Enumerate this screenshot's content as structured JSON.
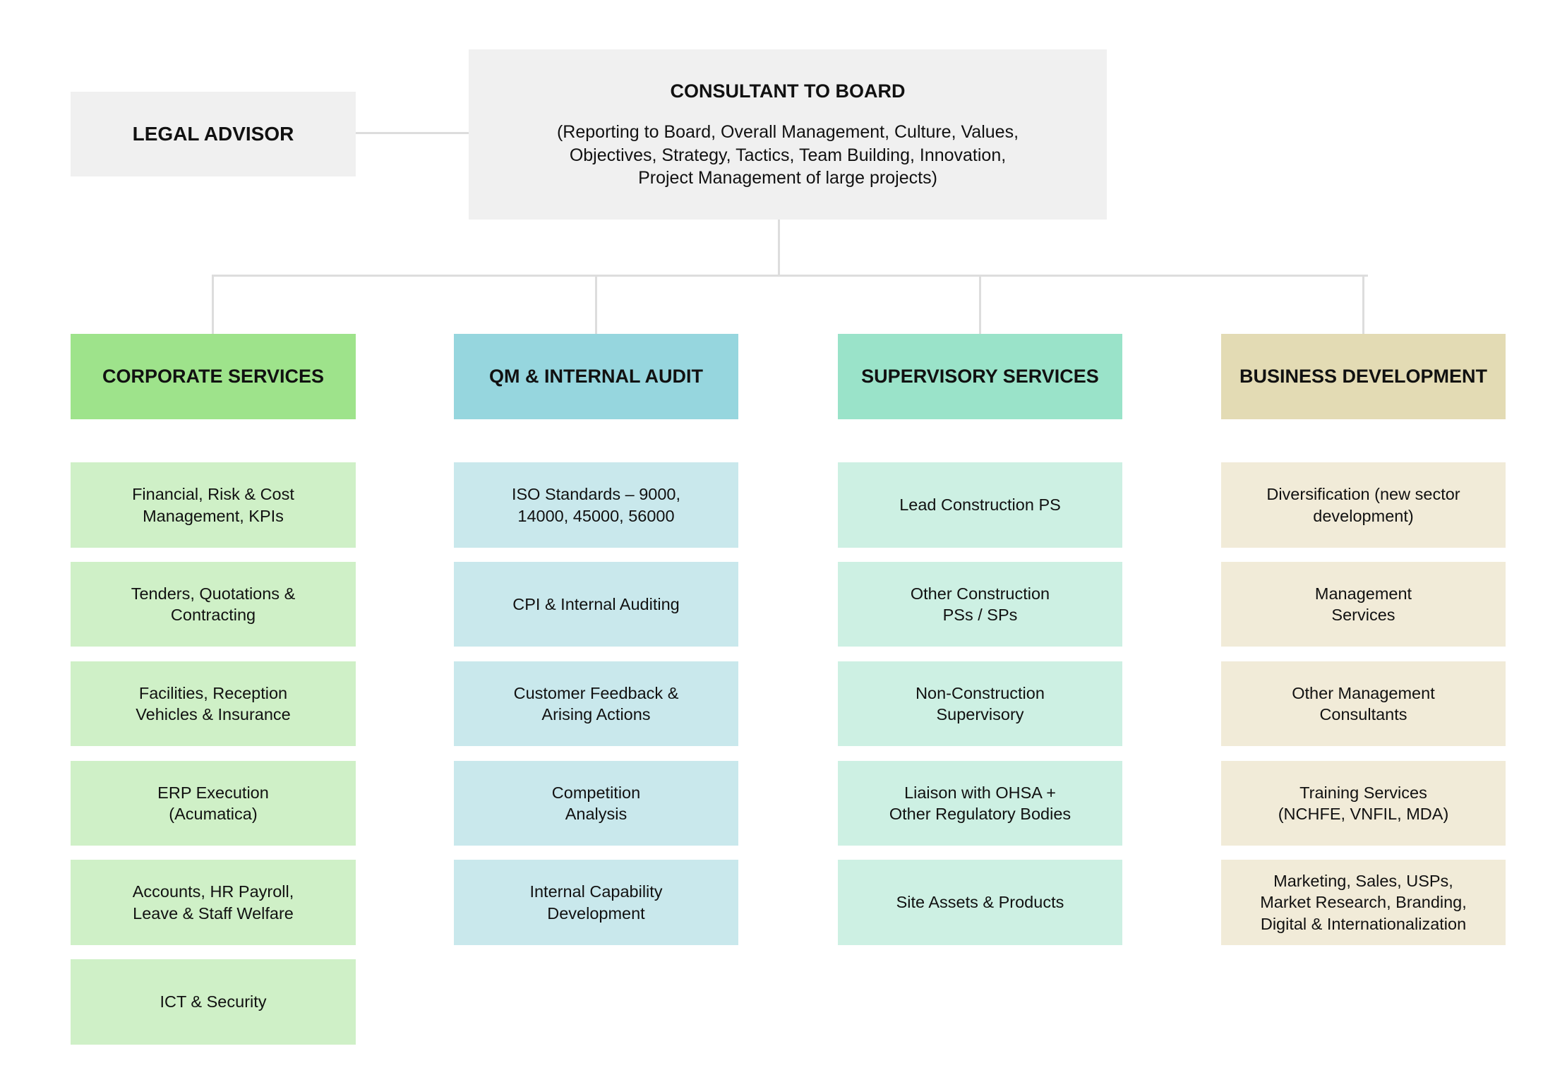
{
  "top": {
    "title": "CONSULTANT TO BOARD",
    "description": "(Reporting to Board, Overall Management, Culture, Values,\nObjectives, Strategy, Tactics, Team Building, Innovation,\nProject Management of large projects)"
  },
  "legal": {
    "title": "LEGAL ADVISOR"
  },
  "colors": {
    "top_box": "#f0f0f0",
    "connector": "#dddddd",
    "corporate_head": "#9ee38b",
    "corporate_item": "#cff0c7",
    "qm_head": "#96d6de",
    "qm_item": "#c9e8ec",
    "supervisory_head": "#9ae3c9",
    "supervisory_item": "#cdf0e3",
    "business_head": "#e3dbb4",
    "business_item": "#f1ebd8"
  },
  "departments": [
    {
      "title": "CORPORATE SERVICES",
      "items": [
        "Financial, Risk & Cost\nManagement, KPIs",
        "Tenders, Quotations &\nContracting",
        "Facilities, Reception\nVehicles & Insurance",
        "ERP Execution\n(Acumatica)",
        "Accounts, HR Payroll,\nLeave & Staff Welfare",
        "ICT & Security"
      ]
    },
    {
      "title": "QM & INTERNAL AUDIT",
      "items": [
        "ISO Standards – 9000,\n14000, 45000, 56000",
        "CPI & Internal Auditing",
        "Customer Feedback &\nArising Actions",
        "Competition\nAnalysis",
        "Internal Capability\nDevelopment"
      ]
    },
    {
      "title": "SUPERVISORY SERVICES",
      "items": [
        "Lead Construction PS",
        "Other Construction\nPSs / SPs",
        "Non-Construction\nSupervisory",
        "Liaison with OHSA +\nOther Regulatory Bodies",
        "Site Assets & Products"
      ]
    },
    {
      "title": "BUSINESS DEVELOPMENT",
      "items": [
        "Diversification (new sector\ndevelopment)",
        "Management\nServices",
        "Other Management\nConsultants",
        "Training Services\n(NCHFE, VNFIL, MDA)",
        "Marketing, Sales, USPs,\nMarket Research, Branding,\nDigital &  Internationalization"
      ]
    }
  ]
}
